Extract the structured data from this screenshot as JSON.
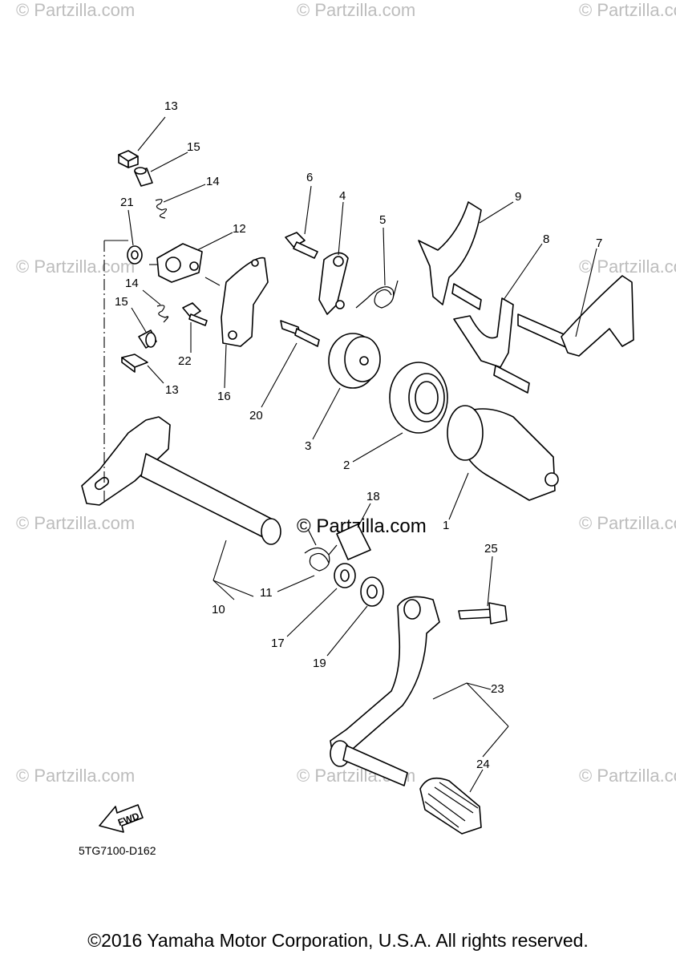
{
  "watermark": "© Partzilla.com",
  "center_watermark": "© Partzilla.com",
  "diagram_code": "5TG7100-D162",
  "fwd_label": "FWD",
  "copyright": "©2016 Yamaha Motor Corporation, U.S.A. All rights reserved.",
  "callouts": {
    "c1": "1",
    "c2": "2",
    "c3": "3",
    "c4": "4",
    "c5": "5",
    "c6": "6",
    "c7": "7",
    "c8": "8",
    "c9": "9",
    "c10": "10",
    "c11": "11",
    "c12": "12",
    "c13a": "13",
    "c13b": "13",
    "c14a": "14",
    "c14b": "14",
    "c15a": "15",
    "c15b": "15",
    "c16": "16",
    "c17": "17",
    "c18": "18",
    "c19": "19",
    "c20": "20",
    "c21": "21",
    "c22": "22",
    "c23": "23",
    "c24": "24",
    "c25": "25"
  }
}
